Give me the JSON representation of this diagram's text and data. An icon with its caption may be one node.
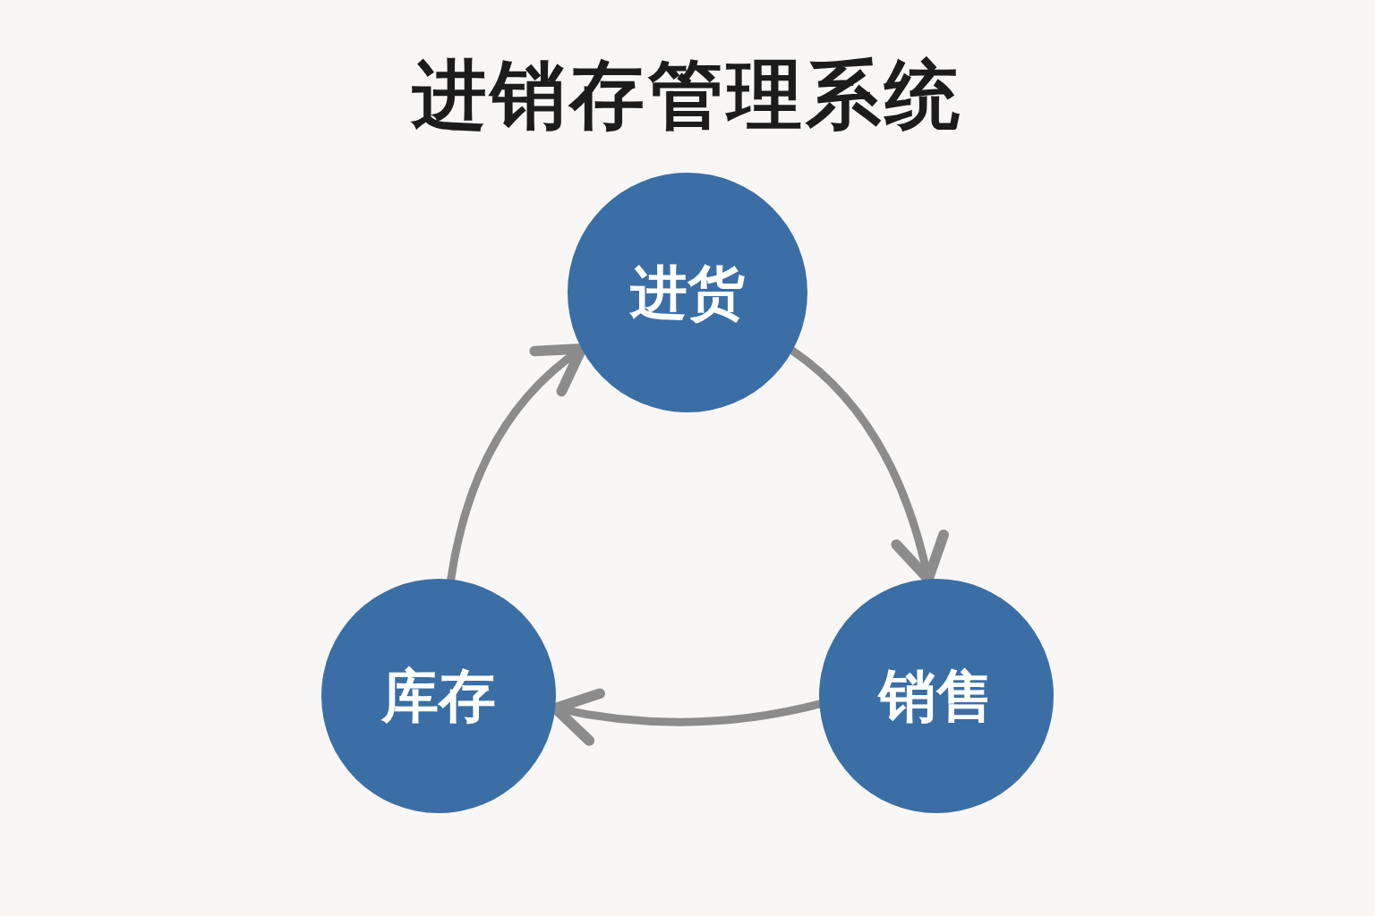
{
  "diagram": {
    "title": "进销存管理系统",
    "nodes": [
      {
        "text": [
          "进货"
        ]
      },
      {
        "text": [
          "销售"
        ]
      },
      {
        "text": [
          "库存"
        ]
      }
    ],
    "edges": [
      {
        "from": 0,
        "to": 1,
        "arrow": "to"
      },
      {
        "from": 1,
        "to": 2,
        "arrow": "to"
      },
      {
        "from": 2,
        "to": 0,
        "arrow": "to"
      }
    ]
  }
}
